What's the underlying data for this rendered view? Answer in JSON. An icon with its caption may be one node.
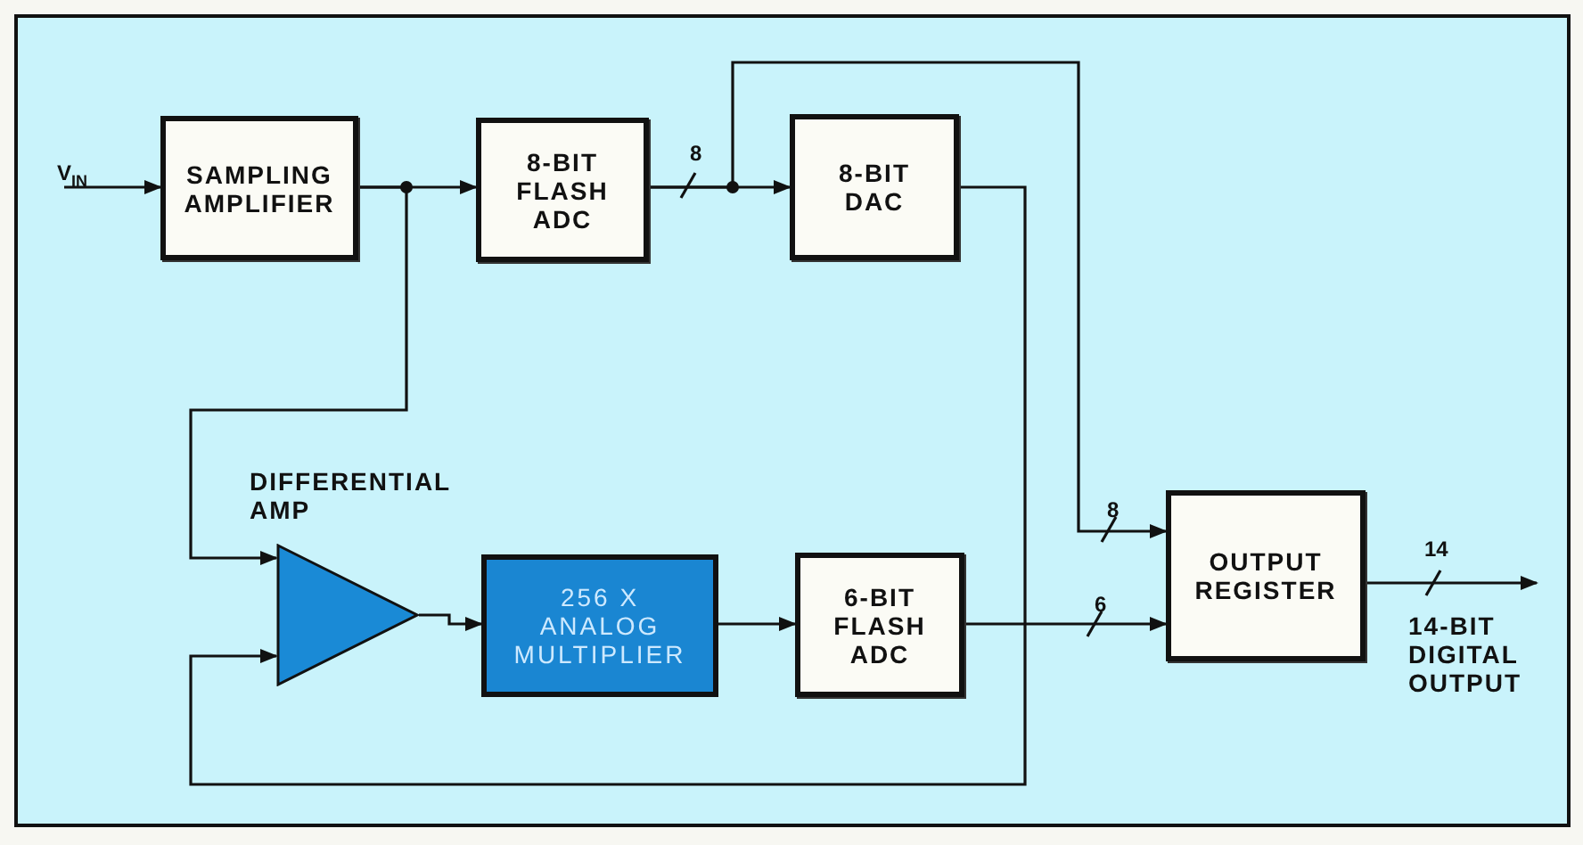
{
  "diagram": {
    "nodes": [
      {
        "text": [
          "SAMPLING AMPLIFIER"
        ]
      },
      {
        "text": [
          "8-BIT FLASH ADC"
        ]
      },
      {
        "text": [
          "8-BIT DAC"
        ]
      },
      {
        "text": [
          "DIFFERENTIAL AMP"
        ]
      },
      {
        "text": [
          "256 X ANALOG MULTIPLIER"
        ]
      },
      {
        "text": [
          "6-BIT FLASH ADC"
        ]
      },
      {
        "text": [
          "OUTPUT REGISTER"
        ]
      }
    ],
    "edges": [
      {
        "from": null,
        "to": 0,
        "arrow": "to",
        "label": "V$_{IN}$"
      },
      {
        "from": 0,
        "to": 1,
        "arrow": "to"
      },
      {
        "from": 0,
        "to": 3,
        "arrow": "to"
      },
      {
        "from": 1,
        "to": 2,
        "arrow": "to",
        "label": "8"
      },
      {
        "from": 1,
        "to": 6,
        "arrow": "to",
        "label": "8"
      },
      {
        "from": 2,
        "to": 3,
        "arrow": "to"
      },
      {
        "from": 3,
        "to": 4,
        "arrow": "to"
      },
      {
        "from": 4,
        "to": 5,
        "arrow": "to"
      },
      {
        "from": 5,
        "to": 6,
        "arrow": "to",
        "label": "6"
      },
      {
        "from": 6,
        "to": null,
        "arrow": "to",
        "label": "14"
      }
    ],
    "labels": [
      "14-BIT DIGITAL OUTPUT"
    ]
  }
}
